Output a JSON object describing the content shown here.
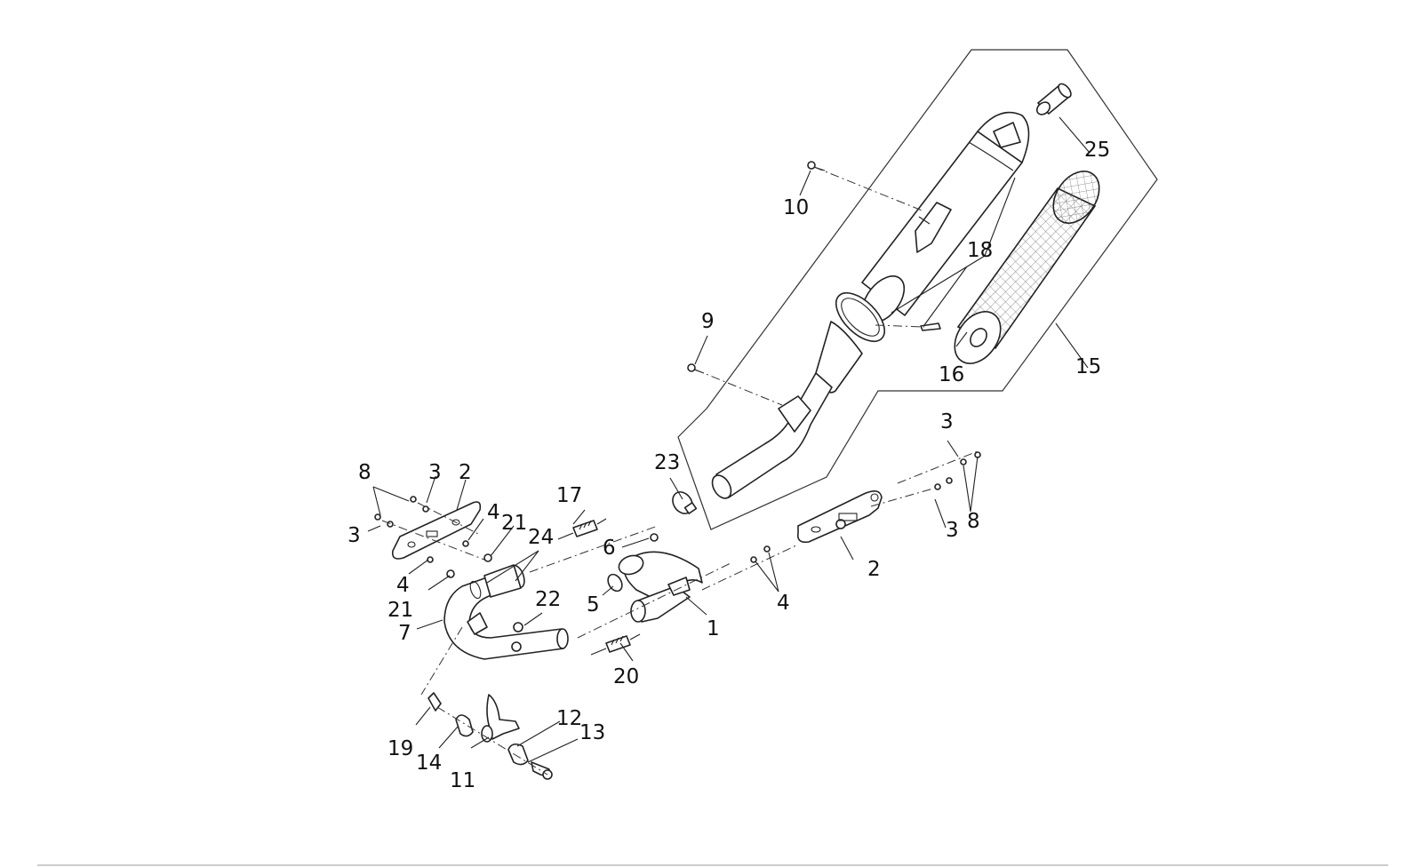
{
  "diagram": {
    "callouts": [
      {
        "id": "c1",
        "text": "1"
      },
      {
        "id": "c2a",
        "text": "2"
      },
      {
        "id": "c2b",
        "text": "2"
      },
      {
        "id": "c3a",
        "text": "3"
      },
      {
        "id": "c3b",
        "text": "3"
      },
      {
        "id": "c3c",
        "text": "3"
      },
      {
        "id": "c3d",
        "text": "3"
      },
      {
        "id": "c4a",
        "text": "4"
      },
      {
        "id": "c4b",
        "text": "4"
      },
      {
        "id": "c4c",
        "text": "4"
      },
      {
        "id": "c5",
        "text": "5"
      },
      {
        "id": "c6",
        "text": "6"
      },
      {
        "id": "c7",
        "text": "7"
      },
      {
        "id": "c8a",
        "text": "8"
      },
      {
        "id": "c8b",
        "text": "8"
      },
      {
        "id": "c9",
        "text": "9"
      },
      {
        "id": "c10",
        "text": "10"
      },
      {
        "id": "c11",
        "text": "11"
      },
      {
        "id": "c12",
        "text": "12"
      },
      {
        "id": "c13",
        "text": "13"
      },
      {
        "id": "c14",
        "text": "14"
      },
      {
        "id": "c15",
        "text": "15"
      },
      {
        "id": "c16",
        "text": "16"
      },
      {
        "id": "c17",
        "text": "17"
      },
      {
        "id": "c18",
        "text": "18"
      },
      {
        "id": "c19",
        "text": "19"
      },
      {
        "id": "c20",
        "text": "20"
      },
      {
        "id": "c21a",
        "text": "21"
      },
      {
        "id": "c21b",
        "text": "21"
      },
      {
        "id": "c22",
        "text": "22"
      },
      {
        "id": "c23",
        "text": "23"
      },
      {
        "id": "c24",
        "text": "24"
      },
      {
        "id": "c25",
        "text": "25"
      }
    ]
  }
}
